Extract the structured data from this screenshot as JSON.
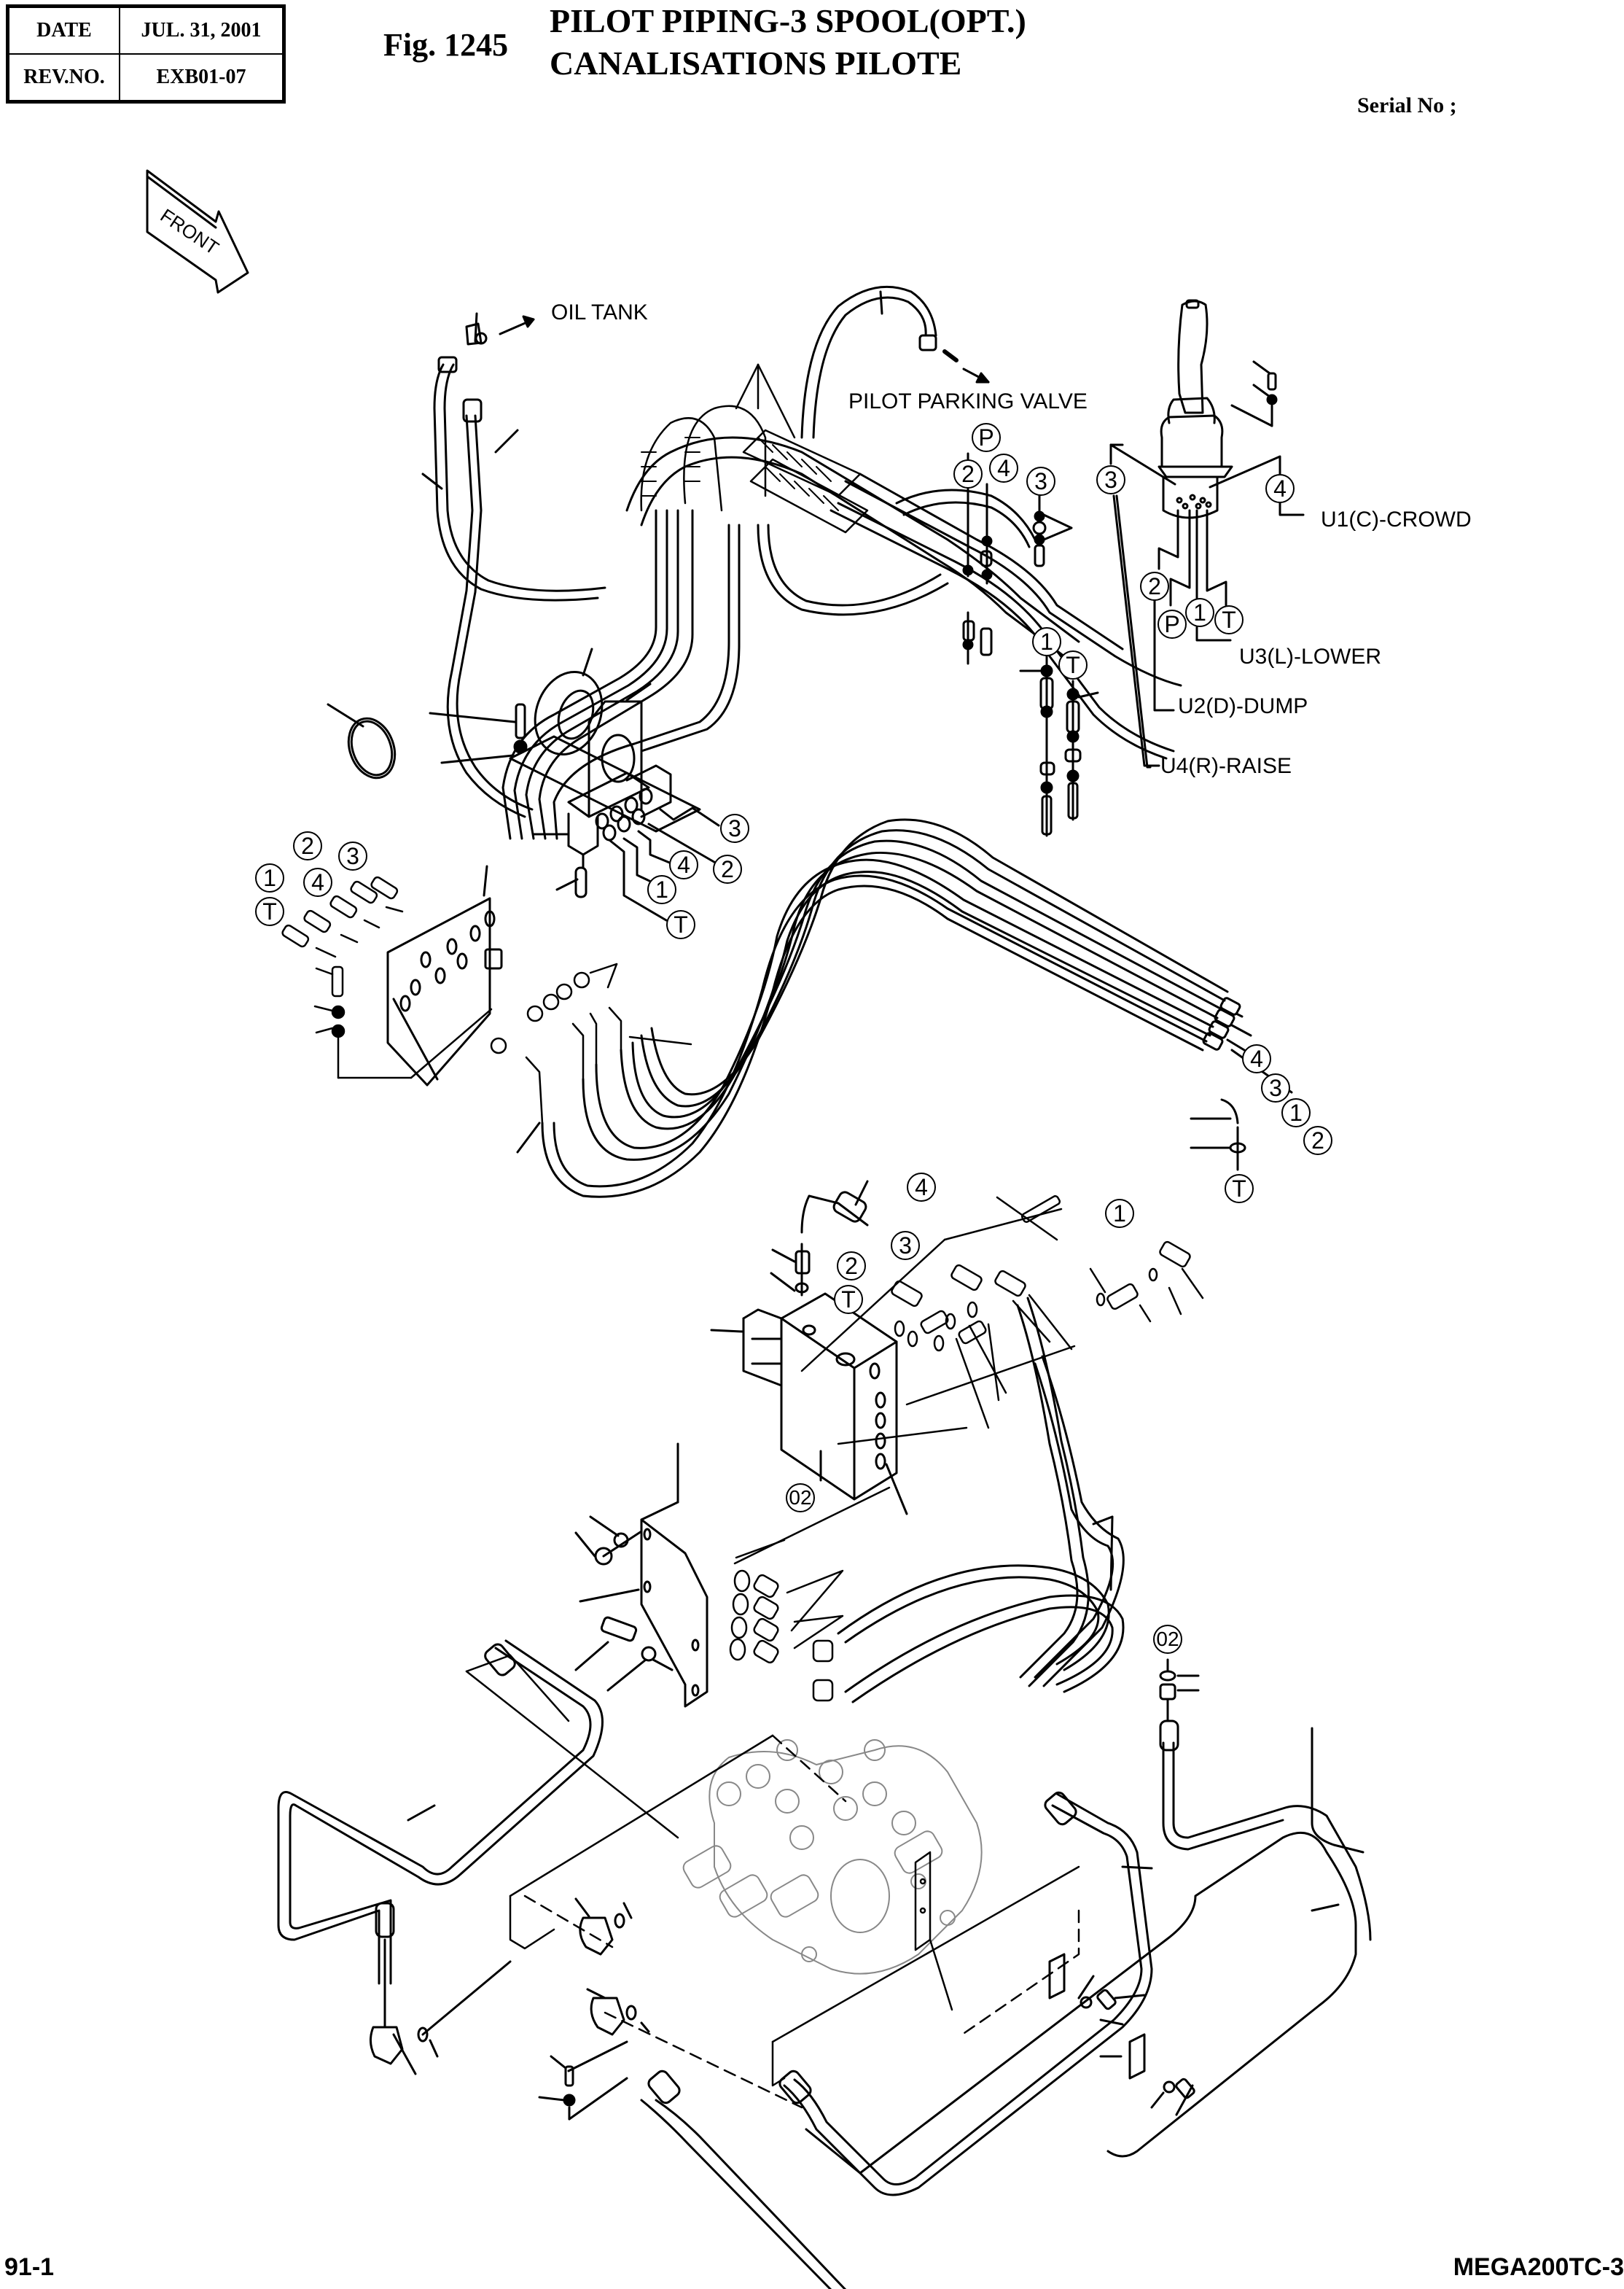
{
  "header": {
    "date_label": "DATE",
    "date_value": "JUL. 31, 2001",
    "rev_label": "REV.NO.",
    "rev_value": "EXB01-07",
    "figure_number": "Fig. 1245",
    "title_en": "PILOT PIPING-3 SPOOL(OPT.)",
    "title_fr": "CANALISATIONS PILOTE",
    "serial_label": "Serial No ;"
  },
  "diagram": {
    "direction_arrow": "FRONT",
    "labels": {
      "oil_tank": "OIL TANK",
      "pilot_parking_valve": "PILOT PARKING VALVE",
      "u1": "U1(C)-CROWD",
      "u3": "U3(L)-LOWER",
      "u2": "U2(D)-DUMP",
      "u4": "U4(R)-RAISE"
    },
    "callouts": {
      "parking_valve": [
        "P",
        "2",
        "4",
        "3"
      ],
      "parking_valve_bolts": [
        "1",
        "T"
      ],
      "joystick": [
        "3",
        "4",
        "2",
        "P",
        "1",
        "T"
      ],
      "manifold_block": [
        "3",
        "4",
        "2",
        "1",
        "T"
      ],
      "bulkhead_plate": [
        "2",
        "3",
        "1",
        "4",
        "T"
      ],
      "hose_ends": [
        "4",
        "3",
        "1",
        "2",
        "T"
      ],
      "solenoid_block": [
        "4",
        "1",
        "3",
        "2",
        "T",
        "02"
      ],
      "main_valve": [
        "02"
      ]
    }
  },
  "footer": {
    "page_number": "91-1",
    "model": "MEGA200TC-3"
  }
}
